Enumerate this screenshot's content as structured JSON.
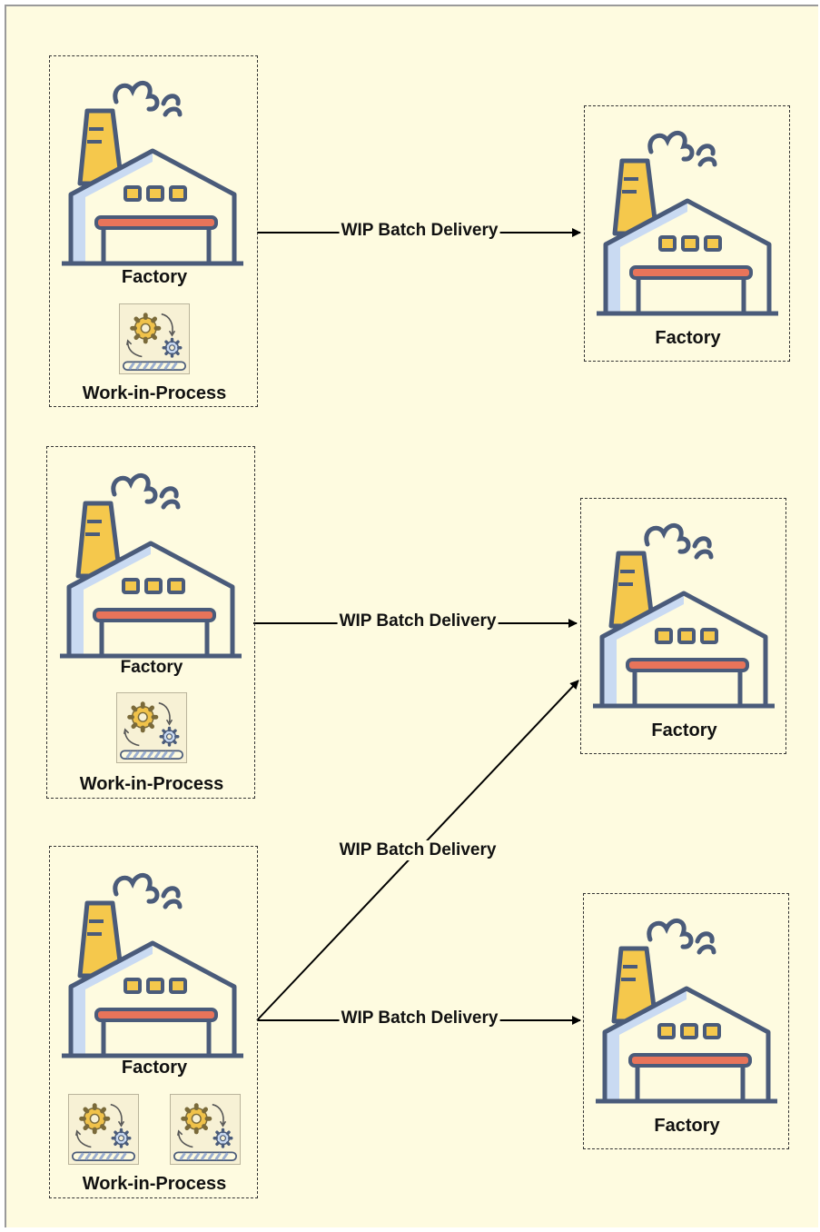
{
  "labels": {
    "factory": "Factory",
    "wip": "Work-in-Process",
    "edge": "WIP Batch Delivery"
  },
  "nodes": [
    {
      "id": "source-1",
      "name": "Factory",
      "wip_count": 1
    },
    {
      "id": "source-2",
      "name": "Factory",
      "wip_count": 1
    },
    {
      "id": "source-3",
      "name": "Factory",
      "wip_count": 2
    },
    {
      "id": "dest-1",
      "name": "Factory"
    },
    {
      "id": "dest-2",
      "name": "Factory"
    },
    {
      "id": "dest-3",
      "name": "Factory"
    }
  ],
  "edges": [
    {
      "from": "source-1",
      "to": "dest-1",
      "label": "WIP Batch Delivery"
    },
    {
      "from": "source-2",
      "to": "dest-2",
      "label": "WIP Batch Delivery"
    },
    {
      "from": "source-3",
      "to": "dest-2",
      "label": "WIP Batch Delivery"
    },
    {
      "from": "source-3",
      "to": "dest-3",
      "label": "WIP Batch Delivery"
    }
  ],
  "colors": {
    "background": "#fefbe0",
    "outline": "#4a5b7a",
    "chimney": "#f5c84c",
    "wall_shade": "#c9daf2",
    "door_bar": "#e8745a",
    "gear": "#f0c24a",
    "belt_stripe": "#9aaed0"
  },
  "icons": [
    "factory-icon",
    "work-in-process-icon"
  ]
}
